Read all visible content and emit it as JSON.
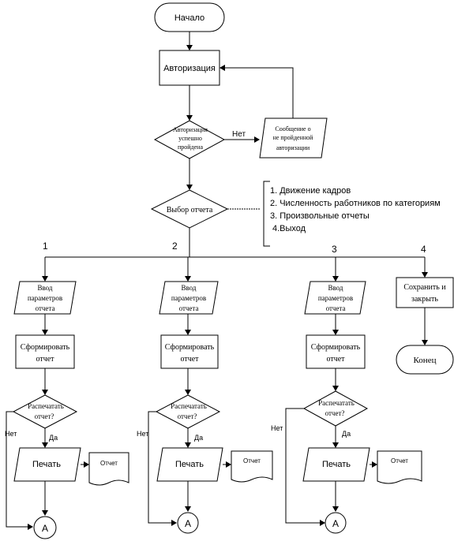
{
  "start": "Начало",
  "auth": "Авторизация",
  "auth_check": [
    "Авторизация",
    "успешно",
    "пройдена"
  ],
  "auth_fail_msg": [
    "Сообщение о",
    "не пройденной",
    "авторизации"
  ],
  "no_label": "Нет",
  "yes_label": "Да",
  "report_choice": "Выбор отчета",
  "menu": [
    "1. Движение кадров",
    "2. Численность работников по категориям",
    "3. Произвольные отчеты",
    "4.Выход"
  ],
  "branch_numbers": [
    "1",
    "2",
    "3",
    "4"
  ],
  "input_params": [
    "Ввод",
    "параметров",
    "отчета"
  ],
  "build_report": [
    "Сформировать",
    "отчет"
  ],
  "print_question": [
    "Распечатать",
    "отчет?"
  ],
  "print": "Печать",
  "report_doc": "Отчет",
  "connector": "А",
  "save_close": [
    "Сохранить и",
    "закрыть"
  ],
  "end": "Конец"
}
